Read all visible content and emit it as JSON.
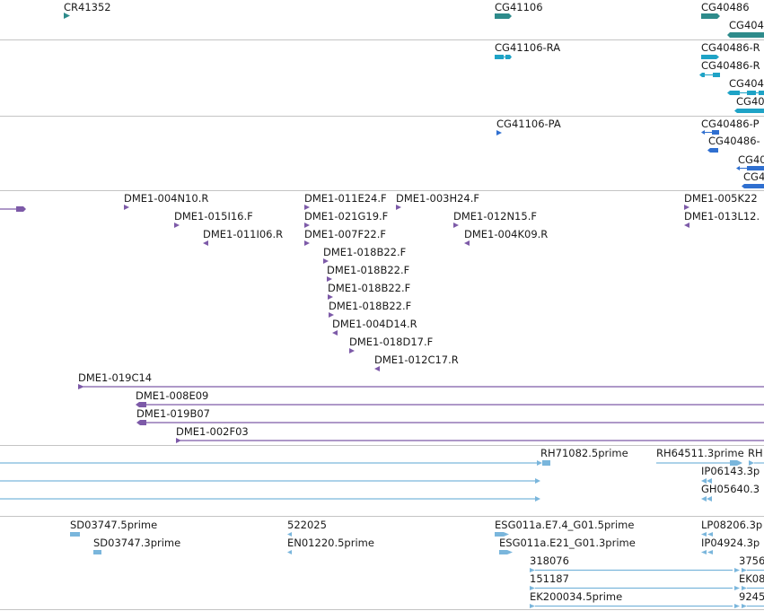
{
  "colors": {
    "gene": "#2e8b8b",
    "mrna": "#1fa3c6",
    "protein": "#2f6fd0",
    "clone": "#7d5aa8",
    "est": "#7ab6dc",
    "divider": "#c4c4c4",
    "text": "#1a1a1a"
  },
  "tracks": {
    "genes": {
      "labels": [
        "CR41352",
        "CG41106",
        "CG40486",
        "CG404"
      ]
    },
    "transcripts": {
      "labels": [
        "CG41106-RA",
        "CG40486-R",
        "CG40486-R",
        "CG404",
        "CG40"
      ]
    },
    "proteins": {
      "labels": [
        "CG41106-PA",
        "CG40486-P",
        "CG40486-",
        "CG40",
        "CG4"
      ]
    },
    "clone_ends": {
      "labels": [
        "DME1-004N10.R",
        "DME1-015I16.F",
        "DME1-011I06.R",
        "DME1-011E24.F",
        "DME1-003H24.F",
        "DME1-021G19.F",
        "DME1-007F22.F",
        "DME1-012N15.F",
        "DME1-004K09.R",
        "DME1-005K22",
        "DME1-013L12.",
        "DME1-018B22.F",
        "DME1-018B22.F",
        "DME1-018B22.F",
        "DME1-018B22.F",
        "DME1-004D14.R",
        "DME1-018D17.F",
        "DME1-012C17.R"
      ],
      "spans": [
        "DME1-019C14",
        "DME1-008E09",
        "DME1-019B07",
        "DME1-002F03"
      ]
    },
    "est_primes": {
      "labels": [
        "RH71082.5prime",
        "RH64511.3prime",
        "RH",
        "IP06143.3p",
        "GH05640.3"
      ]
    },
    "ests": {
      "labels": [
        "SD03747.5prime",
        "SD03747.3prime",
        "522025",
        "EN01220.5prime",
        "ESG011a.E7.4_G01.5prime",
        "ESG011a.E21_G01.3prime",
        "LP08206.3p",
        "IP04924.3p",
        "318076",
        "3756",
        "151187",
        "EK08",
        "EK200034.5prime",
        "9245"
      ]
    }
  }
}
